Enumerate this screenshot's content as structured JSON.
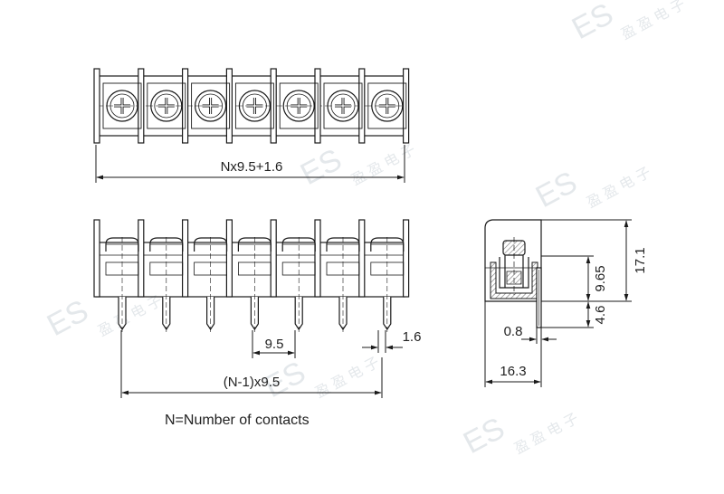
{
  "watermark": {
    "brand": "ES",
    "cjk": "盈 盈 电 子"
  },
  "top_view": {
    "width_dim": "Nx9.5+1.6",
    "positions": 7
  },
  "front_view": {
    "pitch_dim": "9.5",
    "pin_dim": "1.6",
    "span_dim": "(N-1)x9.5"
  },
  "side_view": {
    "height_dim": "17.1",
    "body_dim": "9.65",
    "pin_len_dim": "4.6",
    "pin_w_dim": "0.8",
    "depth_dim": "16.3"
  },
  "note": "N=Number of contacts",
  "colors": {
    "line": "#1a1a1a",
    "hatch": "#777777",
    "watermark": "#cfd6dc"
  }
}
